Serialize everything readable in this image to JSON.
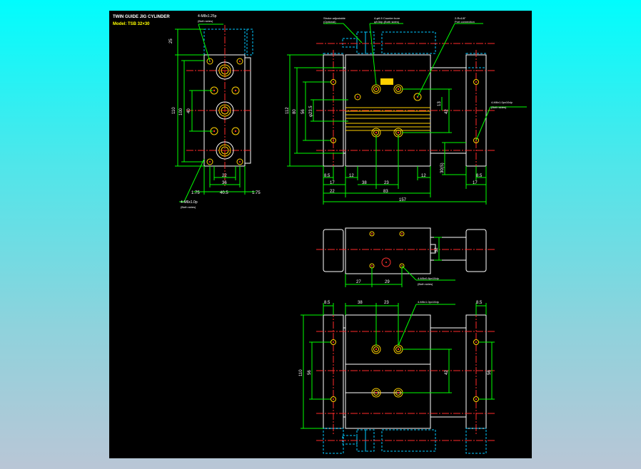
{
  "title": {
    "line1": "TWIN GUIDE JIG CYLINDER",
    "line2": "Model: TSB 32×30"
  },
  "colors": {
    "background_outer_top": "#00fdfd",
    "background_outer_bottom": "#b9c6d6",
    "drawing_bg": "#000000",
    "outline": "#ffffff",
    "dimension": "#00ff00",
    "centerline": "#ff2a2a",
    "hidden": "#00c8ff",
    "hole_ring": "#ffd000",
    "hole_center": "#ff3030"
  },
  "side_view": {
    "callout_top": "4-M8x1.25p",
    "callout_top_sub": "(Both sides)",
    "callout_bottom": "4-M6x1.0p",
    "callout_bottom_sub": "(Both sides)",
    "dims": {
      "d25": "25",
      "d110": "110",
      "d100": "100",
      "d40": "40",
      "d22": "22",
      "d36": "36",
      "d40_5": "40.5",
      "d175a": "1.75",
      "d175b": "1.75"
    }
  },
  "front_view": {
    "callout_stroke": "Stroke adjustable",
    "callout_stroke_sub": "(Optional)",
    "callout_holes": "4-φ6.5 Counter bore",
    "callout_holes_sub": "φ9.5dp.(Both sides)",
    "callout_port": "2-Rc1/8\"",
    "callout_port_sub": "Port connection",
    "callout_right": "4-M6x1.0px10dp",
    "callout_right_sub": "(Both sides)",
    "dims": {
      "d112": "112",
      "d80": "80",
      "d56": "56",
      "d23_5": "φ23.5",
      "d42": "42",
      "d13": "13",
      "d8_5a": "8.5",
      "d17a": "17",
      "d22": "22",
      "d12a": "12",
      "d38": "38",
      "d23": "23",
      "d12b": "12",
      "d83": "83",
      "d157": "157",
      "d8_5b": "8.5",
      "d17b": "17",
      "d30": "30(S)"
    }
  },
  "top_view": {
    "callout": "4-M5x0.8px10dp",
    "callout_sub": "(Both sides)",
    "dims": {
      "d32": "32",
      "d27": "27",
      "d29": "29"
    }
  },
  "bottom_view": {
    "callout": "4-M6x1.0px10dp",
    "dims": {
      "d8_5a": "8.5",
      "d38": "38",
      "d23": "23",
      "d8_5b": "8.5",
      "d110": "110",
      "d56a": "56",
      "d42": "42",
      "d56b": "56"
    }
  }
}
